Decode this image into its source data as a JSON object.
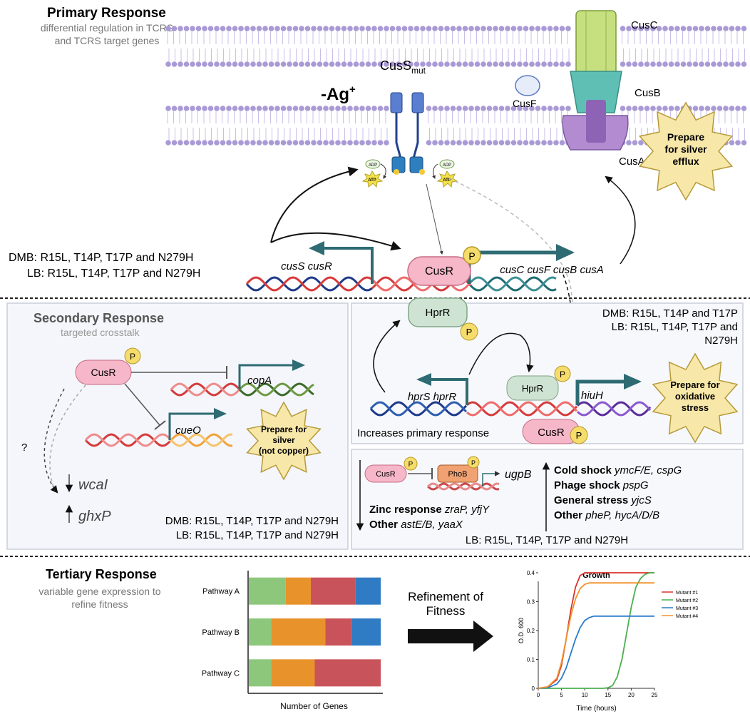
{
  "primary": {
    "title": "Primary Response",
    "subtitle_line1": "differential regulation in TCRS",
    "subtitle_line2": "and TCRS target genes",
    "ag": "-Ag",
    "ag_sup": "+",
    "cuss": "CusS",
    "cuss_sub": "mut",
    "cusc": "CusC",
    "cusb": "CusB",
    "cusa": "CusA",
    "cusf": "CusF",
    "adp": "ADP",
    "atp": "ATP",
    "p": "P",
    "efflux_1": "Prepare",
    "efflux_2": "for silver",
    "efflux_3": "efflux",
    "cusr": "CusR",
    "genes_left": "cusS cusR",
    "genes_right": "cusC cusF cusB cusA",
    "mut_dmb": "DMB: R15L, T14P, T17P and N279H",
    "mut_lb": "LB: R15L, T14P, T17P and N279H"
  },
  "secondary": {
    "title": "Secondary Response",
    "subtitle": "targeted crosstalk",
    "cusr": "CusR",
    "copa": "copA",
    "cueo": "cueO",
    "silver_1": "Prepare for",
    "silver_2": "silver",
    "silver_3": "(not copper)",
    "question": "?",
    "wcai": "wcaI",
    "ghxp": "ghxP",
    "mut_dmb": "DMB: R15L, T14P, T17P and N279H",
    "mut_lb": "LB: R15L, T14P, T17P and N279H"
  },
  "hpr": {
    "hprr": "HprR",
    "mut_dmb": "DMB: R15L, T14P and T17P",
    "mut_lb1": "LB: R15L, T14P, T17P and",
    "mut_lb2": "N279H",
    "genes_left": "hprS hprR",
    "genes_right": "hiuH",
    "oxi_1": "Prepare for",
    "oxi_2": "oxidative",
    "oxi_3": "stress",
    "increase": "Increases primary response",
    "cusr": "CusR"
  },
  "phob": {
    "cusr": "CusR",
    "phob": "PhoB",
    "ugpb": "ugpB",
    "zinc_label": "Zinc response",
    "zinc_genes": "zraP, yfjY",
    "other_label": "Other",
    "other_genes": "astE/B, yaaX",
    "cold_label": "Cold shock",
    "cold_genes": "ymcF/E, cspG",
    "phage_label": "Phage shock",
    "phage_genes": "pspG",
    "general_label": "General stress",
    "general_genes": "yjcS",
    "other2_label": "Other",
    "other2_genes": "pheP, hycA/D/B",
    "mut_lb": "LB: R15L, T14P, T17P and N279H"
  },
  "tertiary": {
    "title": "Tertiary Response",
    "subtitle_line1": "variable gene expression to",
    "subtitle_line2": "refine fitness",
    "refine_1": "Refinement of",
    "refine_2": "Fitness"
  },
  "colors": {
    "membrane": "#a99ad6",
    "green": "#8dc77b",
    "orange": "#e8922c",
    "red": "#c9535a",
    "blue": "#2f7bc4",
    "teal": "#2e6b73",
    "dna_red": "#d63a3a",
    "dna_blue": "#1d3a8a"
  },
  "chart_data": [
    {
      "type": "bar",
      "stacked": true,
      "orientation": "horizontal",
      "categories": [
        "Pathway A",
        "Pathway B",
        "Pathway C"
      ],
      "series": [
        {
          "values": [
            0.28,
            0.17,
            0.17
          ]
        },
        {
          "values": [
            0.19,
            0.41,
            0.33
          ]
        },
        {
          "values": [
            0.34,
            0.2,
            0.5
          ]
        },
        {
          "values": [
            0.19,
            0.22,
            0.0
          ]
        }
      ],
      "xlabel": "Number of Genes",
      "ylabel": "",
      "legend": "none"
    },
    {
      "type": "line",
      "title": "Growth",
      "xlabel": "Time (hours)",
      "ylabel": "O.D. 600",
      "xlim": [
        0,
        25
      ],
      "ylim": [
        0,
        0.4
      ],
      "xticks": [
        0,
        5,
        10,
        15,
        20,
        25
      ],
      "yticks": [
        0,
        0.1,
        0.2,
        0.3,
        0.4
      ],
      "legend": "top-right",
      "x": [
        0,
        2,
        4,
        5,
        6,
        7,
        8,
        9,
        10,
        11,
        12,
        13,
        14,
        15,
        16,
        17,
        18,
        19,
        20,
        21,
        22,
        23,
        24,
        25
      ],
      "series": [
        {
          "name": "Mutant #1",
          "color": "#d9342b",
          "values": [
            0,
            0.005,
            0.03,
            0.08,
            0.17,
            0.27,
            0.35,
            0.39,
            0.4,
            0.4,
            0.4,
            0.4,
            0.4,
            0.4,
            0.4,
            0.4,
            0.4,
            0.4,
            0.4,
            0.4,
            0.4,
            0.4,
            0.4,
            0.4
          ]
        },
        {
          "name": "Mutant #2",
          "color": "#4caf50",
          "values": [
            0,
            0,
            0,
            0,
            0,
            0,
            0,
            0,
            0,
            0,
            0,
            0,
            0,
            0.002,
            0.01,
            0.04,
            0.1,
            0.19,
            0.28,
            0.35,
            0.38,
            0.395,
            0.4,
            0.4
          ]
        },
        {
          "name": "Mutant #3",
          "color": "#2b7bc8",
          "values": [
            0,
            0.002,
            0.015,
            0.035,
            0.07,
            0.12,
            0.17,
            0.21,
            0.235,
            0.245,
            0.25,
            0.25,
            0.25,
            0.25,
            0.25,
            0.25,
            0.25,
            0.25,
            0.25,
            0.25,
            0.25,
            0.25,
            0.25,
            0.25
          ]
        },
        {
          "name": "Mutant #4",
          "color": "#f0922b",
          "values": [
            0,
            0.005,
            0.035,
            0.09,
            0.17,
            0.25,
            0.31,
            0.345,
            0.36,
            0.365,
            0.365,
            0.365,
            0.365,
            0.365,
            0.365,
            0.365,
            0.365,
            0.365,
            0.365,
            0.365,
            0.365,
            0.365,
            0.365,
            0.365
          ]
        }
      ]
    }
  ]
}
